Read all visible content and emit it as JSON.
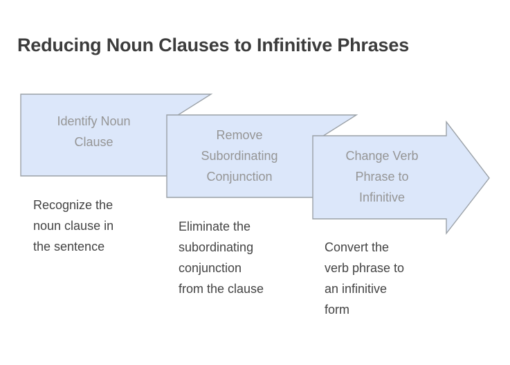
{
  "page": {
    "title": "Reducing Noun Clauses to Infinitive Phrases",
    "background_color": "#ffffff",
    "title_color": "#3c3c3c"
  },
  "theme": {
    "shape_fill": "#dce7fa",
    "shape_stroke": "#9aa0a6",
    "shape_label_color": "#959595",
    "caption_color": "#434343"
  },
  "diagram": {
    "type": "chevron-process-flow",
    "direction": "left-to-right",
    "step_count": 3,
    "steps": [
      {
        "index": 1,
        "shape": "chevron",
        "label": "Identify Noun\nClause",
        "caption": "Recognize the\nnoun clause in\nthe sentence"
      },
      {
        "index": 2,
        "shape": "chevron",
        "label": "Remove\nSubordinating\nConjunction",
        "caption": "Eliminate the\nsubordinating\nconjunction\nfrom the clause"
      },
      {
        "index": 3,
        "shape": "arrow",
        "label": "Change Verb\nPhrase to\nInfinitive",
        "caption": "Convert the\nverb phrase to\nan infinitive\nform"
      }
    ]
  }
}
